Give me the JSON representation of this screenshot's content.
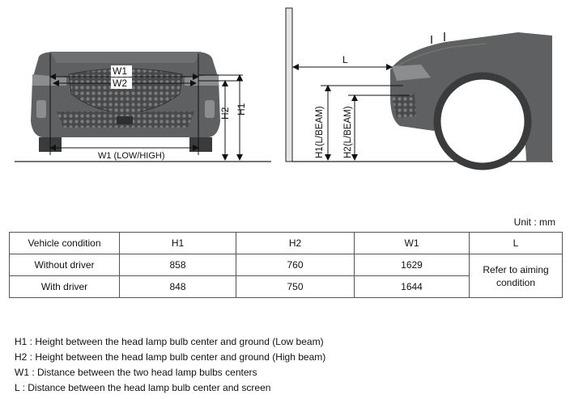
{
  "figure": {
    "front_labels": {
      "w1_top": "W1",
      "w2": "W2",
      "w1_bottom": "W1 (LOW/HIGH)",
      "h2": "H2",
      "h1": "H1"
    },
    "side_labels": {
      "l": "L",
      "h1_beam": "H1(L/BEAM)",
      "h2_beam": "H2(L/BEAM)"
    }
  },
  "unit_label": "Unit : mm",
  "table": {
    "headers": [
      "Vehicle condition",
      "H1",
      "H2",
      "W1",
      "L"
    ],
    "rows": [
      {
        "condition": "Without driver",
        "h1": "858",
        "h2": "760",
        "w1": "1629"
      },
      {
        "condition": "With driver",
        "h1": "848",
        "h2": "750",
        "w1": "1644"
      }
    ],
    "l_value": "Refer to aiming condition"
  },
  "notes": [
    "H1 : Height between the head lamp bulb center and ground (Low beam)",
    "H2 : Height between the head lamp bulb center and ground (High beam)",
    "W1 : Distance between the two head lamp bulbs centers",
    "L : Distance between the head lamp bulb center and screen"
  ],
  "colors": {
    "car_body": "#5f6062",
    "car_dark": "#3a3b3d",
    "line": "#222222",
    "screen": "#e6e6e6"
  }
}
